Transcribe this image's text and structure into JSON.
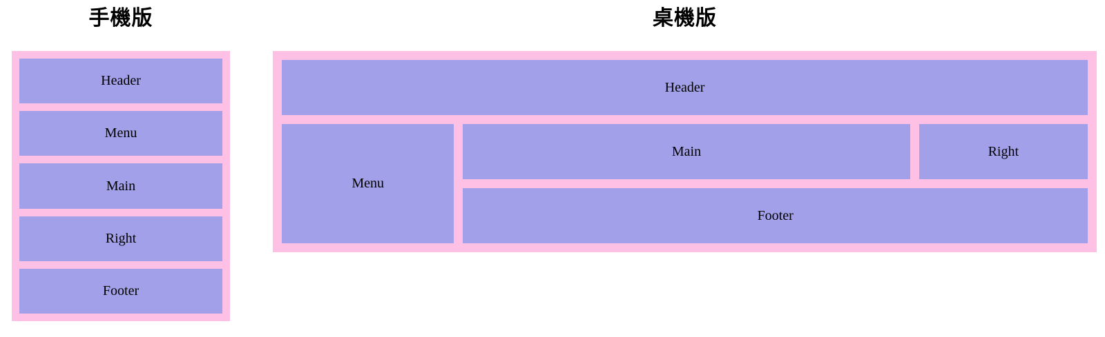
{
  "colors": {
    "page_bg": "#ffffff",
    "container_bg": "#ffc0e6",
    "box_bg": "#a1a0e8",
    "title_color": "#000000",
    "box_text_color": "#000000"
  },
  "mobile": {
    "title": "手機版",
    "boxes": [
      "Header",
      "Menu",
      "Main",
      "Right",
      "Footer"
    ]
  },
  "desktop": {
    "title": "桌機版",
    "boxes": {
      "header": "Header",
      "menu": "Menu",
      "main": "Main",
      "right": "Right",
      "footer": "Footer"
    }
  }
}
